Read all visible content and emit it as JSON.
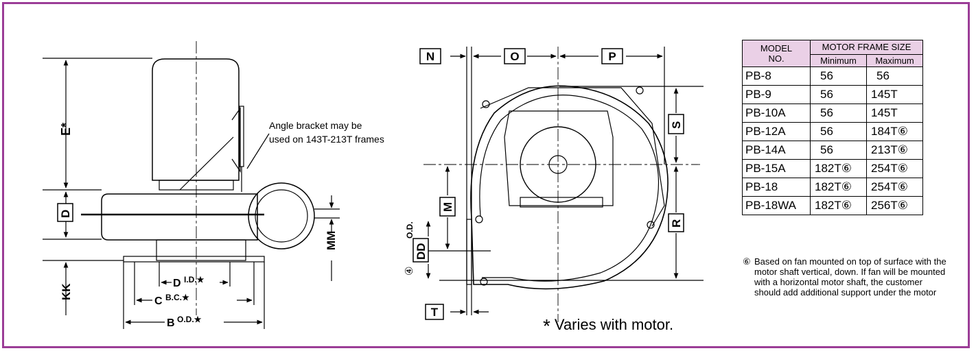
{
  "left_view": {
    "note": "Angle bracket may be used on 143T-213T frames",
    "note_line1": "Angle bracket may be",
    "note_line2": "used on 143T-213T frames",
    "dims": {
      "E": "E*",
      "D": "D",
      "KK": "KK",
      "MM": "MM",
      "D_id": "D",
      "D_id_sub": "I.D.★",
      "C_bc": "C",
      "C_bc_sub": "B.C.★",
      "B_od": "B",
      "B_od_sub": "O.D.★"
    }
  },
  "front_view": {
    "dims": {
      "N": "N",
      "O": "O",
      "P": "P",
      "S": "S",
      "M": "M",
      "R": "R",
      "T": "T",
      "DD": "DD",
      "DD_sub": "O.D.",
      "circle4": "④"
    },
    "varies_star": "*",
    "varies_text": "Varies with motor."
  },
  "table": {
    "header_model_l1": "MODEL",
    "header_model_l2": "NO.",
    "header_frame": "MOTOR FRAME SIZE",
    "header_min": "Minimum",
    "header_max": "Maximum",
    "rows": [
      {
        "model": "PB-8",
        "min": "56",
        "max": "56"
      },
      {
        "model": "PB-9",
        "min": "56",
        "max": "145T"
      },
      {
        "model": "PB-10A",
        "min": "56",
        "max": "145T"
      },
      {
        "model": "PB-12A",
        "min": "56",
        "max": "184T⑥"
      },
      {
        "model": "PB-14A",
        "min": "56",
        "max": "213T⑥"
      },
      {
        "model": "PB-15A",
        "min": "182T⑥",
        "max": "254T⑥"
      },
      {
        "model": "PB-18",
        "min": "182T⑥",
        "max": "254T⑥"
      },
      {
        "model": "PB-18WA",
        "min": "182T⑥",
        "max": "256T⑥"
      }
    ]
  },
  "footnote": {
    "mark": "⑥",
    "text": "Based on fan mounted on top of surface with the motor shaft vertical, down. If fan will be mounted with a horizontal motor shaft, the customer should add additional support under the motor"
  },
  "colors": {
    "border": "#9b3d97",
    "table_header": "#ead0e6",
    "line": "#000000"
  }
}
